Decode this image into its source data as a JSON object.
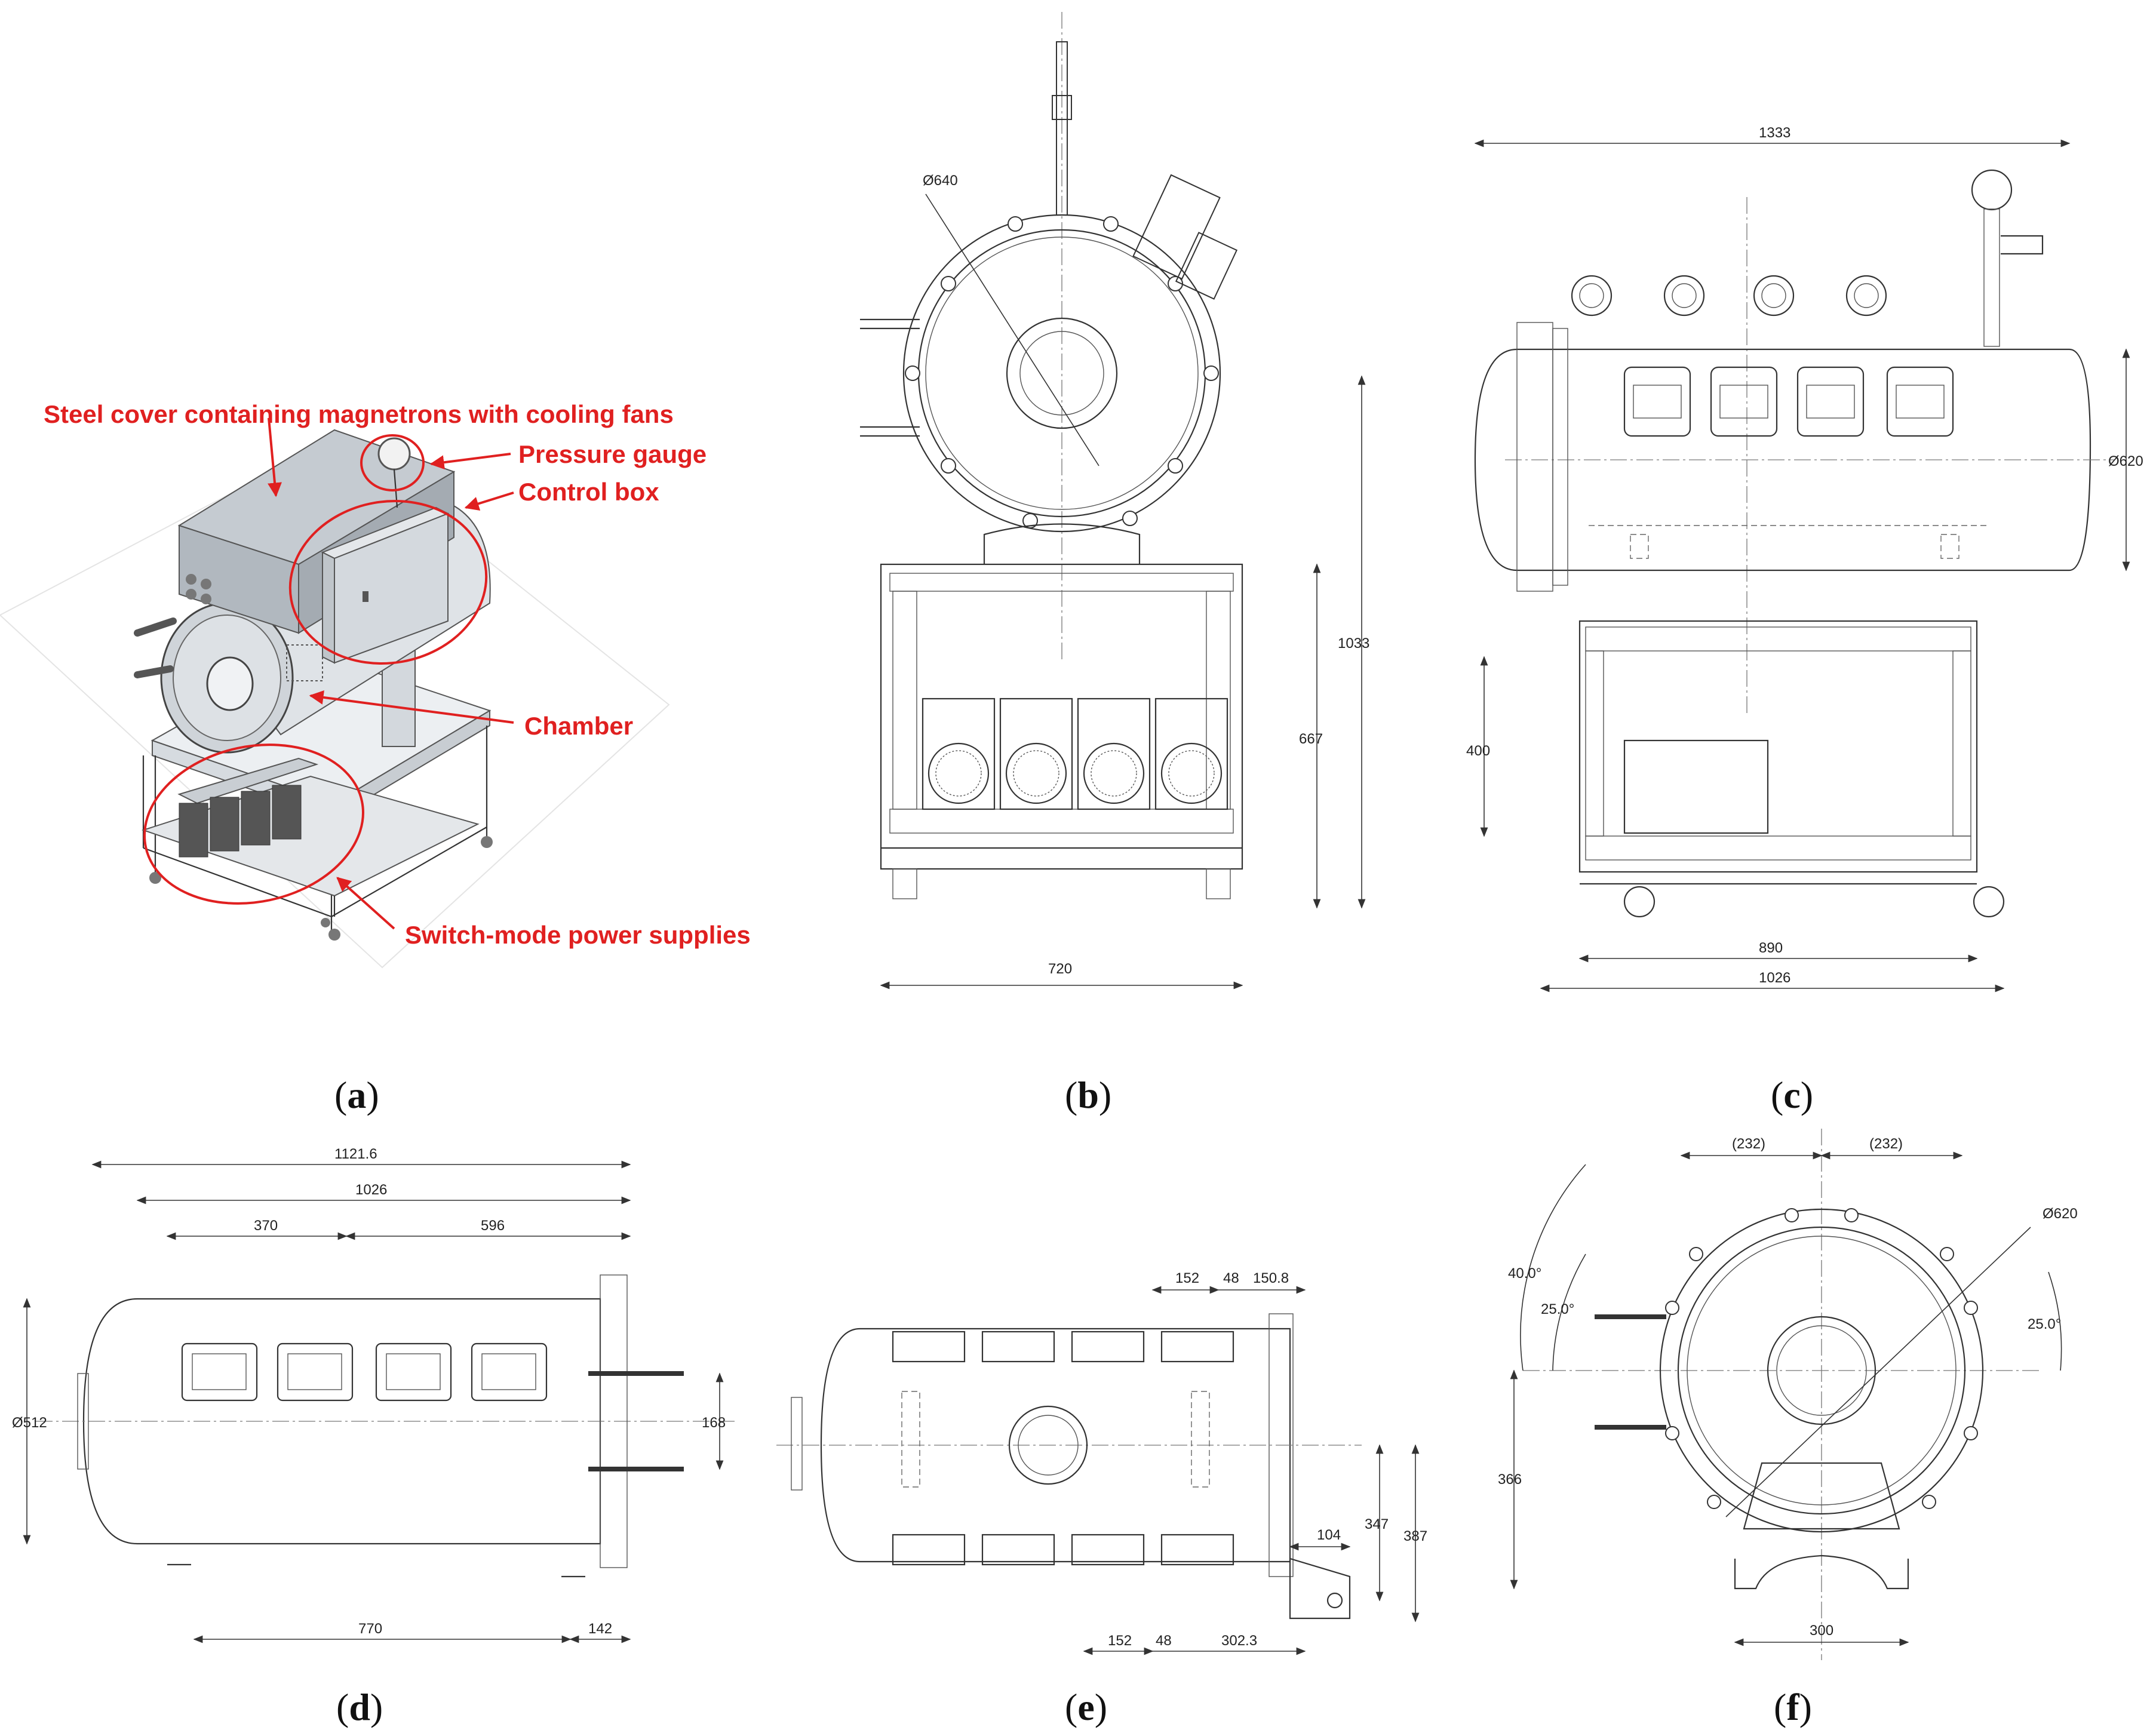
{
  "callouts": [
    "Steel cover containing magnetrons with cooling fans",
    "Pressure gauge",
    "Control box",
    "Chamber",
    "Switch-mode power supplies"
  ],
  "captions": [
    "a",
    "b",
    "c",
    "d",
    "e",
    "f"
  ],
  "dimensions": {
    "b": {
      "diameter": "Ø640",
      "height_total": "1033",
      "height_frame": "667",
      "width": "720"
    },
    "c": {
      "length": "1333",
      "diameter": "Ø620",
      "frame_height": "400",
      "inner_width": "890",
      "outer_width": "1026"
    },
    "d": {
      "overall": "1121.6",
      "body": "1026",
      "pitch_a": "370",
      "pitch_b": "596",
      "diameter": "Ø512",
      "flange": "168",
      "support": "770",
      "end": "142"
    },
    "e": {
      "top_a": "152",
      "top_b": "48",
      "top_c": "150.8",
      "bot_a": "152",
      "bot_b": "48",
      "bot_c": "302.3",
      "off": "104",
      "h_a": "347",
      "h_b": "387"
    },
    "f": {
      "left_span": "(232)",
      "right_span": "(232)",
      "diameter": "Ø620",
      "ang_outer": "40.0°",
      "ang_left": "25.0°",
      "ang_right": "25.0°",
      "height": "366",
      "base": "300"
    }
  }
}
